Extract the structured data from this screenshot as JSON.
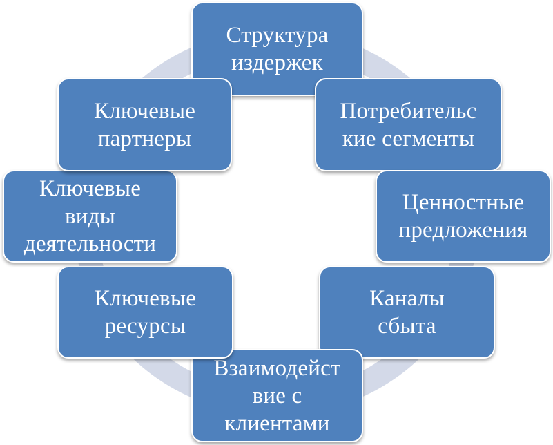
{
  "diagram": {
    "type": "cycle",
    "nodes": [
      {
        "id": "cost-structure",
        "label": "Структура\nиздержек"
      },
      {
        "id": "customer-segments",
        "label": "Потребительс\nкие сегменты"
      },
      {
        "id": "value-propositions",
        "label": "Ценностные\nпредложения"
      },
      {
        "id": "channels",
        "label": "Каналы\nсбыта"
      },
      {
        "id": "customer-relationships",
        "label": "Взаимодейст\nвие с\nклиентами"
      },
      {
        "id": "key-resources",
        "label": "Ключевые\nресурсы"
      },
      {
        "id": "key-activities",
        "label": "Ключевые\nвиды\nдеятельности"
      },
      {
        "id": "key-partners",
        "label": "Ключевые\nпартнеры"
      }
    ],
    "colors": {
      "node_fill": "#4f81bd",
      "node_border": "#ffffff",
      "node_text": "#ffffff",
      "cycle_arrow": "#d3d9e8"
    }
  }
}
